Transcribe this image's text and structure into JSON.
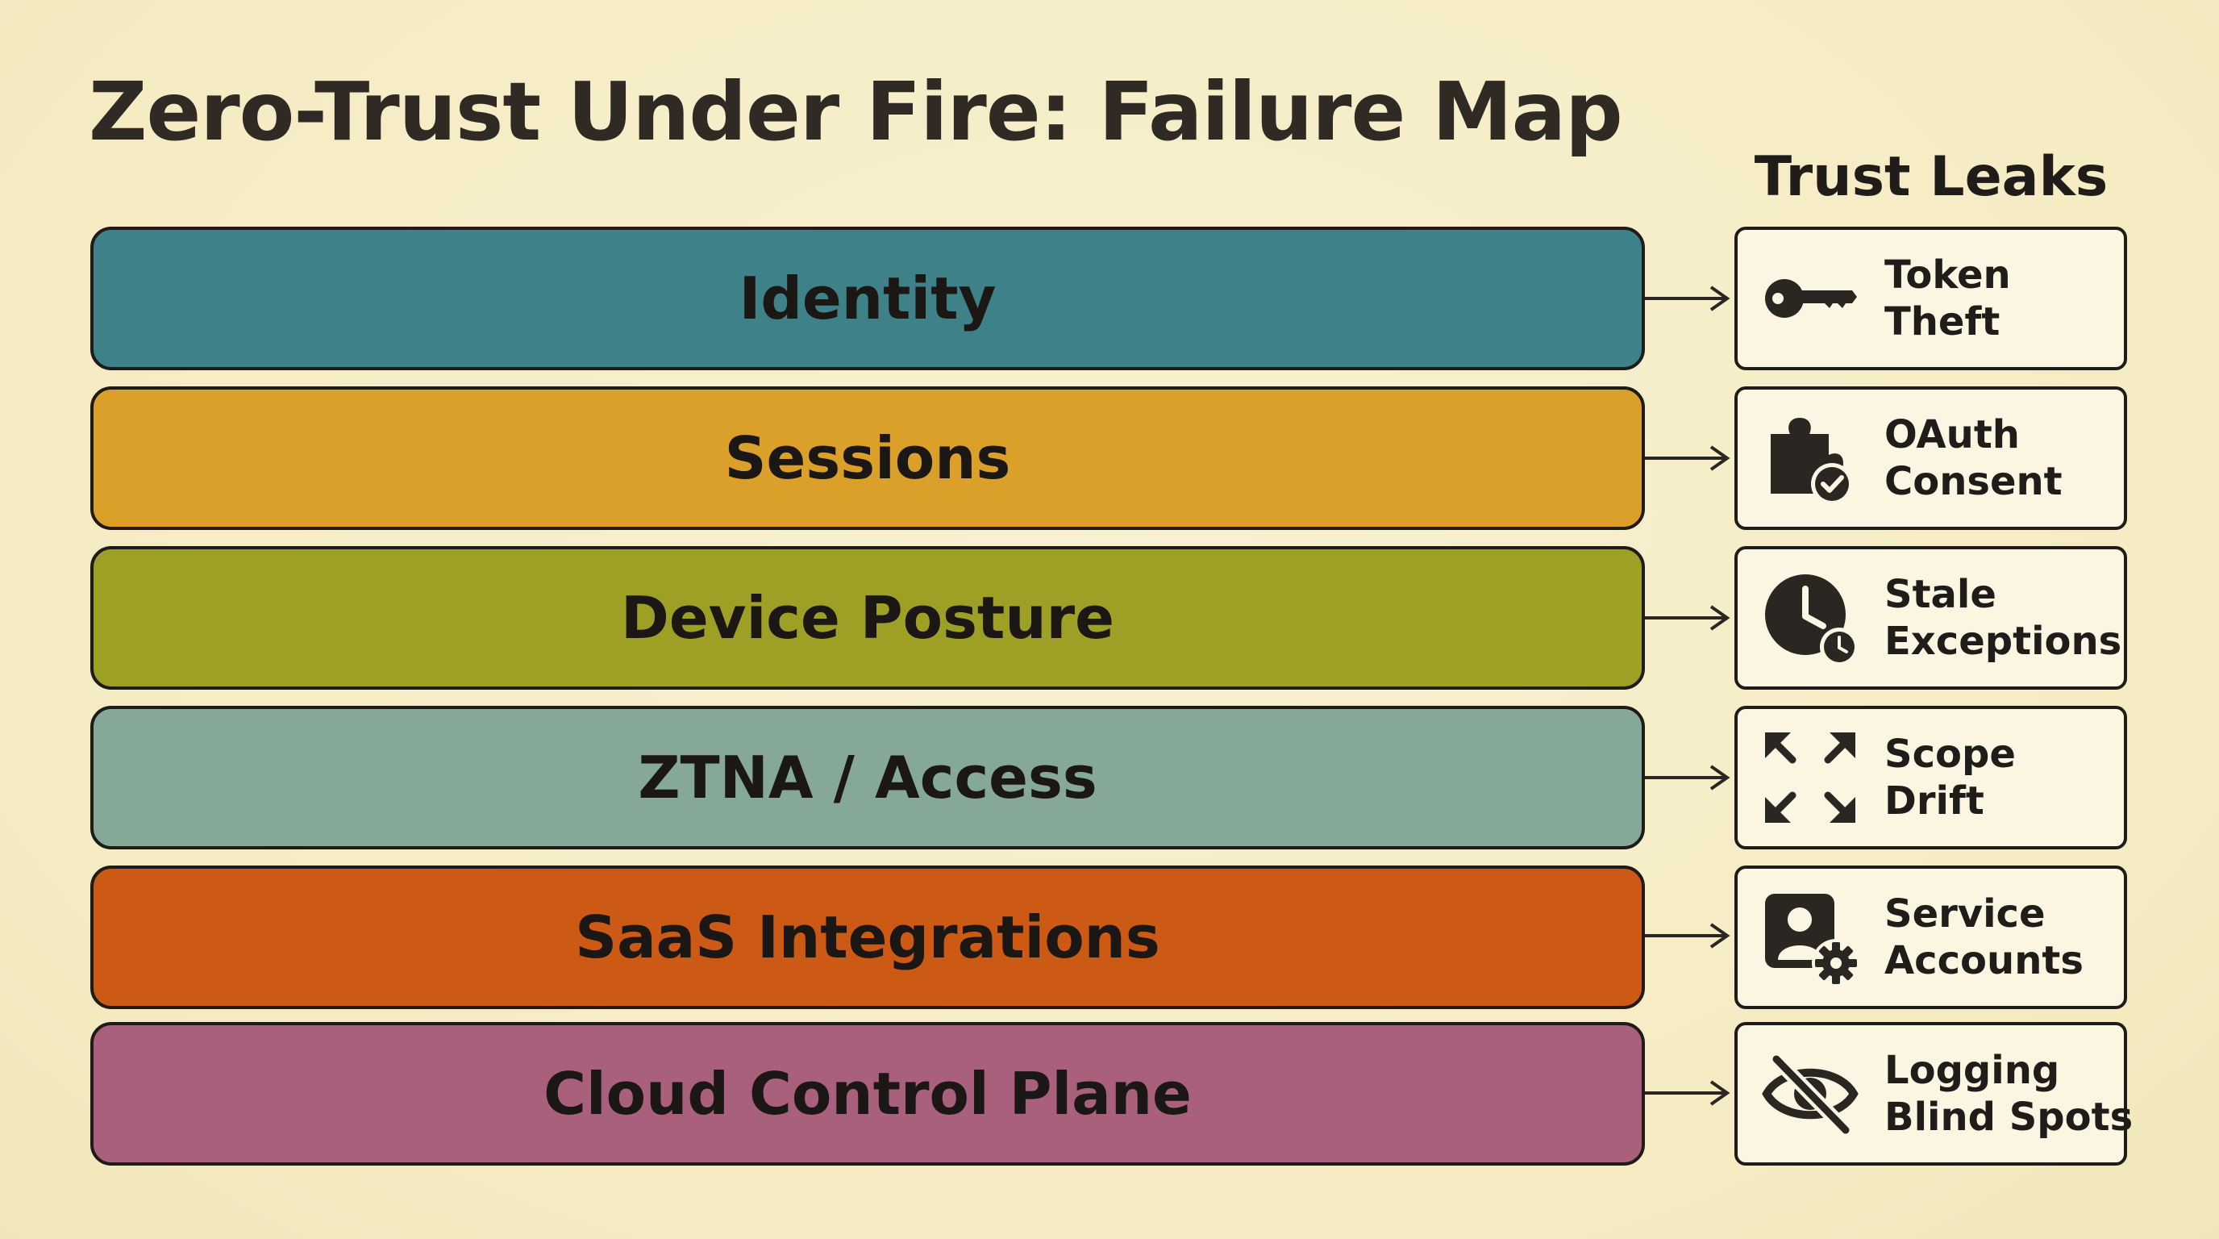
{
  "title": "Zero-Trust Under Fire: Failure Map",
  "side_heading": "Trust Leaks",
  "layers": [
    {
      "label": "Identity",
      "color": "#3f8188"
    },
    {
      "label": "Sessions",
      "color": "#dba02a"
    },
    {
      "label": "Device Posture",
      "color": "#9ea026"
    },
    {
      "label": "ZTNA / Access",
      "color": "#86a896"
    },
    {
      "label": "SaaS Integrations",
      "color": "#cc5a15"
    },
    {
      "label": "Cloud Control Plane",
      "color": "#a9607d"
    }
  ],
  "leaks": [
    {
      "line1": "Token",
      "line2": "Theft",
      "icon": "key-icon"
    },
    {
      "line1": "OAuth",
      "line2": "Consent",
      "icon": "puzzle-check-icon"
    },
    {
      "line1": "Stale",
      "line2": "Exceptions",
      "icon": "clock-icon"
    },
    {
      "line1": "Scope",
      "line2": "Drift",
      "icon": "expand-arrows-icon"
    },
    {
      "line1": "Service",
      "line2": "Accounts",
      "icon": "user-gear-icon"
    },
    {
      "line1": "Logging",
      "line2": "Blind Spots",
      "icon": "eye-slash-icon"
    }
  ]
}
